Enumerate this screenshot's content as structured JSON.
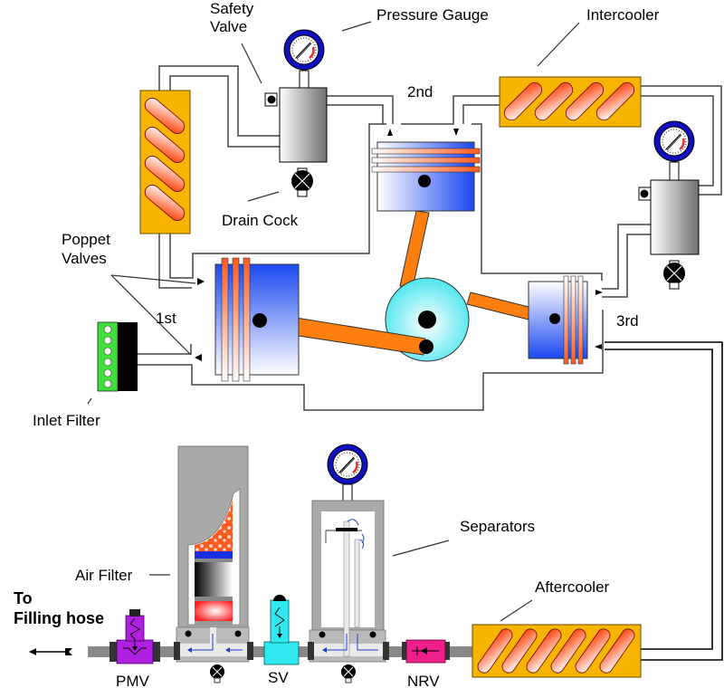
{
  "title": "Multi-stage breathing air compressor schematic",
  "labels": {
    "safety_valve_line1": "Safety",
    "safety_valve_line2": "Valve",
    "pressure_gauge": "Pressure Gauge",
    "intercooler": "Intercooler",
    "drain_cock": "Drain Cock",
    "poppet_valves_line1": "Poppet",
    "poppet_valves_line2": "Valves",
    "stage_1": "1st",
    "stage_2": "2nd",
    "stage_3": "3rd",
    "inlet_filter": "Inlet Filter",
    "air_filter": "Air Filter",
    "separators": "Separators",
    "aftercooler": "Aftercooler",
    "to_line1": "To",
    "to_line2": "Filling hose",
    "pmv": "PMV",
    "sv": "SV",
    "nrv": "NRV"
  },
  "colors": {
    "cooler_body": "#f7b500",
    "cooler_tube_hot": "#ff4010",
    "piston_blue": "#1e4fe8",
    "ring_orange": "#ff6a2a",
    "crank_cyan": "#5eeaf0",
    "rod_orange": "#ff7f0e",
    "gauge_ring": "#1010c0",
    "inlet_filter_green": "#3ee03a",
    "pmv_purple": "#b020e0",
    "sv_cyan": "#30e8f0",
    "nrv_pink": "#f0208a",
    "filter_grey": "#a9a9a9"
  }
}
